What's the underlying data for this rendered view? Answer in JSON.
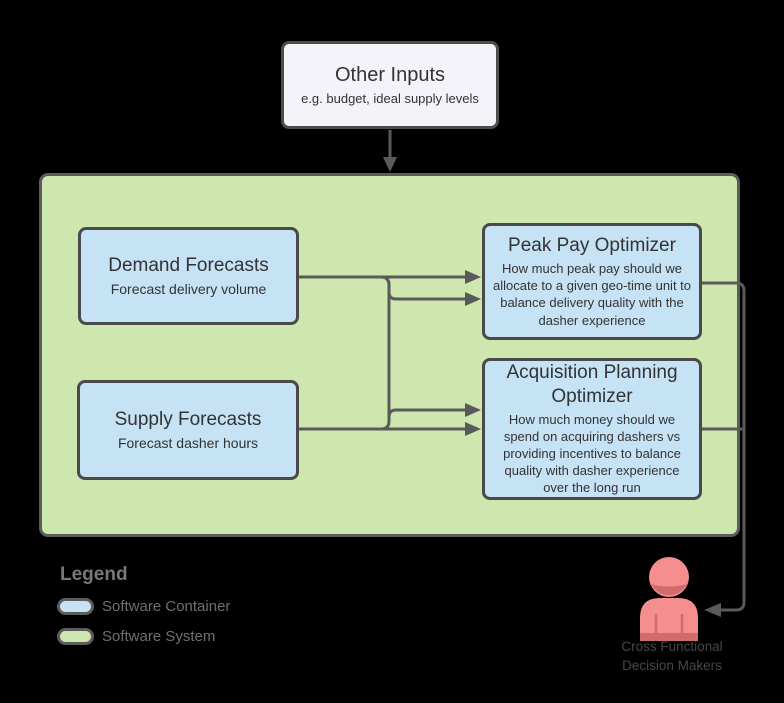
{
  "nodes": {
    "other_inputs": {
      "title": "Other Inputs",
      "subtitle": "e.g. budget, ideal supply levels"
    },
    "demand": {
      "title": "Demand Forecasts",
      "subtitle": "Forecast delivery volume"
    },
    "supply": {
      "title": "Supply Forecasts",
      "subtitle": "Forecast dasher hours"
    },
    "peak_pay": {
      "title": "Peak Pay Optimizer",
      "description": "How much peak pay should we allocate to a given geo-time unit to balance delivery quality with the dasher experience"
    },
    "acquisition": {
      "title": "Acquisition Planning Optimizer",
      "description": "How much money should we spend on acquiring dashers vs providing incentives to balance quality with dasher experience over the long run"
    },
    "actor": {
      "label": "Cross Functional Decision Makers"
    }
  },
  "legend": {
    "title": "Legend",
    "items": [
      {
        "label": "Software Container",
        "color": "#c6e2f5"
      },
      {
        "label": "Software System",
        "color": "#cde7ae"
      }
    ]
  },
  "colors": {
    "background": "#000000",
    "container_fill": "#c6e2f5",
    "system_fill": "#cde7ae",
    "other_inputs_fill": "#f4f3fa",
    "node_border": "#4a4a4a",
    "connector": "#5a5a5a",
    "text": "#333333",
    "actor_fill": "#f58f8f",
    "actor_shade": "#d06c6c"
  }
}
